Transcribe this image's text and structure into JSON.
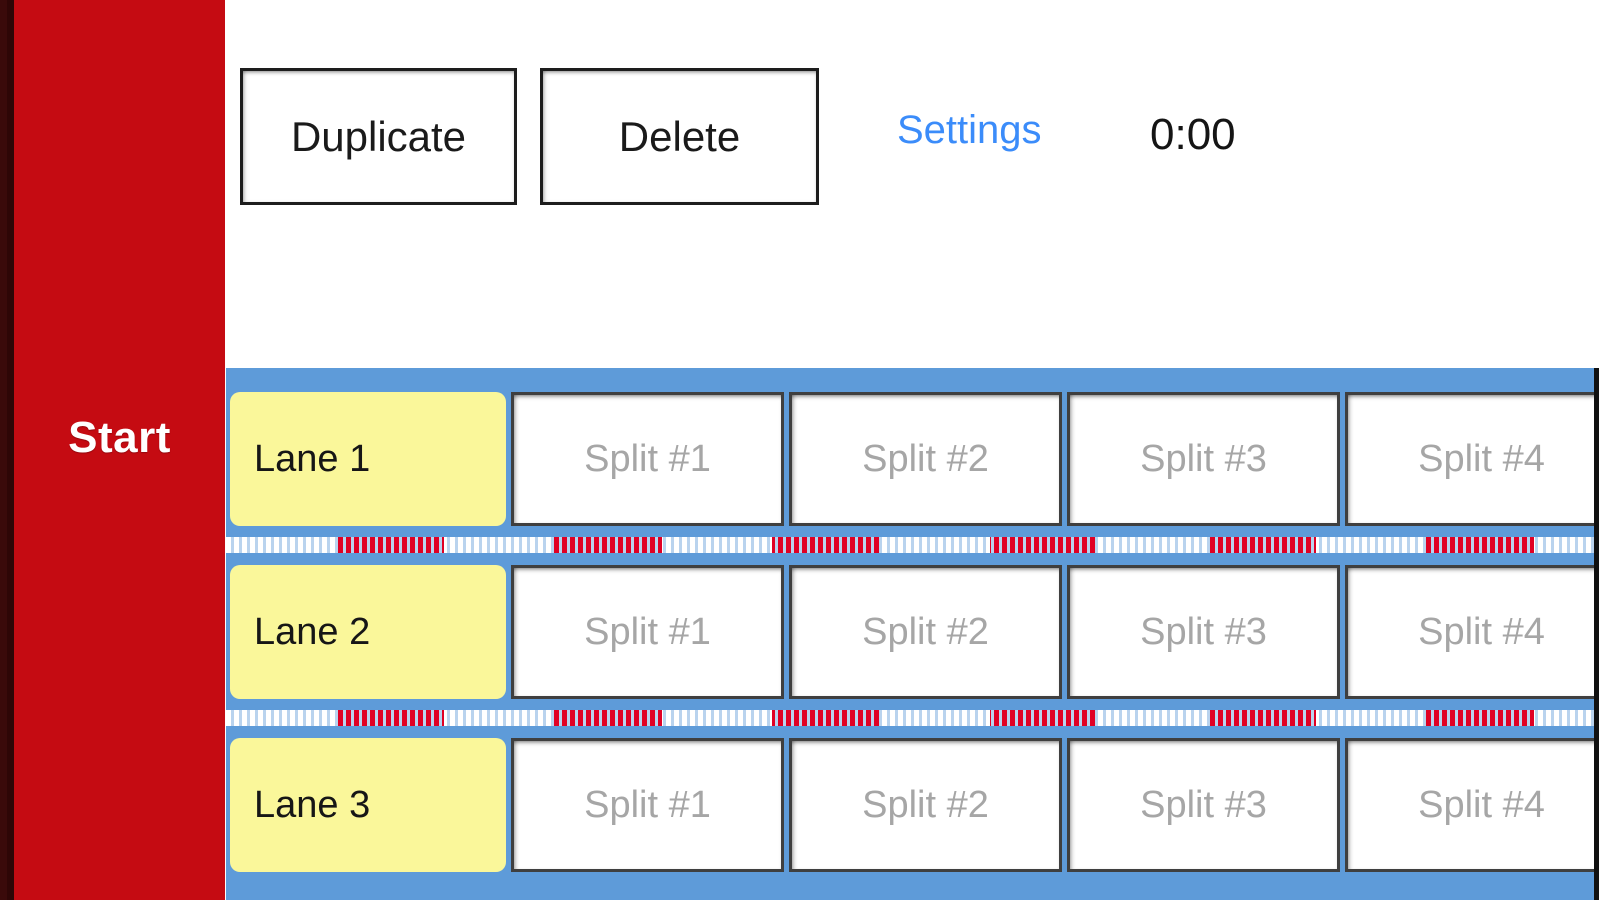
{
  "sidebar": {
    "start_label": "Start",
    "color": "#c50b12"
  },
  "toolbar": {
    "duplicate_label": "Duplicate",
    "delete_label": "Delete",
    "settings_label": "Settings",
    "settings_color": "#3b8cfa",
    "timer_value": "0:00"
  },
  "board": {
    "background_color": "#5e9bd9",
    "lane_color": "#faf79a",
    "separator_colors": [
      "#e00024",
      "#ffffff",
      "#b9d3ee"
    ],
    "split_placeholder_color": "#a6a6a6",
    "lanes": [
      {
        "name": "Lane 1",
        "splits": [
          {
            "placeholder": "Split #1",
            "value": ""
          },
          {
            "placeholder": "Split #2",
            "value": ""
          },
          {
            "placeholder": "Split #3",
            "value": ""
          },
          {
            "placeholder": "Split #4",
            "value": ""
          }
        ]
      },
      {
        "name": "Lane 2",
        "splits": [
          {
            "placeholder": "Split #1",
            "value": ""
          },
          {
            "placeholder": "Split #2",
            "value": ""
          },
          {
            "placeholder": "Split #3",
            "value": ""
          },
          {
            "placeholder": "Split #4",
            "value": ""
          }
        ]
      },
      {
        "name": "Lane 3",
        "splits": [
          {
            "placeholder": "Split #1",
            "value": ""
          },
          {
            "placeholder": "Split #2",
            "value": ""
          },
          {
            "placeholder": "Split #3",
            "value": ""
          },
          {
            "placeholder": "Split #4",
            "value": ""
          }
        ]
      }
    ]
  }
}
